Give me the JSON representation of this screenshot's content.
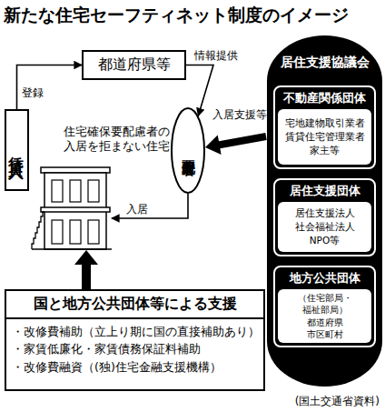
{
  "diagram": {
    "title": "新たな住宅セーフティネット制度のイメージ",
    "caption": "(国土交通省資料)",
    "nodes": [
      {
        "text": [
          "都道府県等"
        ]
      },
      {
        "text": [
          "賃貸人"
        ]
      },
      {
        "text": [
          "要配慮者"
        ]
      },
      {
        "text": [
          "住宅確保要配慮者の入居を拒まない住宅"
        ]
      },
      {
        "text": [
          "居住支援協議会"
        ]
      },
      {
        "text": [
          "不動産関係団体",
          "宅地建物取引業者 賃貸住宅管理業者 家主等"
        ],
        "in": 4
      },
      {
        "text": [
          "居住支援団体",
          "居住支援法人 社会福祉法人 NPO等"
        ],
        "in": 4
      },
      {
        "text": [
          "地方公共団体",
          "（住宅部局・福祉部局） 都道府県 市区町村"
        ],
        "in": 4
      },
      {
        "text": [
          "国と地方公共団体等による支援",
          "・改修費補助（立上り期に国の直接補助あり）",
          "・家賃低廉化・家賃債務保証料補助",
          "・改修費融資（(独)住宅金融支援機構）"
        ]
      }
    ],
    "edges": [
      {
        "from": 1,
        "to": 0,
        "label": "登録",
        "arrow": "to"
      },
      {
        "from": 0,
        "to": 2,
        "label": "情報提供",
        "arrow": "to"
      },
      {
        "from": 4,
        "to": 2,
        "label": "入居支援等",
        "arrow": "to"
      },
      {
        "from": 2,
        "to": 3,
        "label": "入居",
        "arrow": "to"
      },
      {
        "from": 8,
        "to": 3,
        "arrow": "to"
      }
    ]
  }
}
